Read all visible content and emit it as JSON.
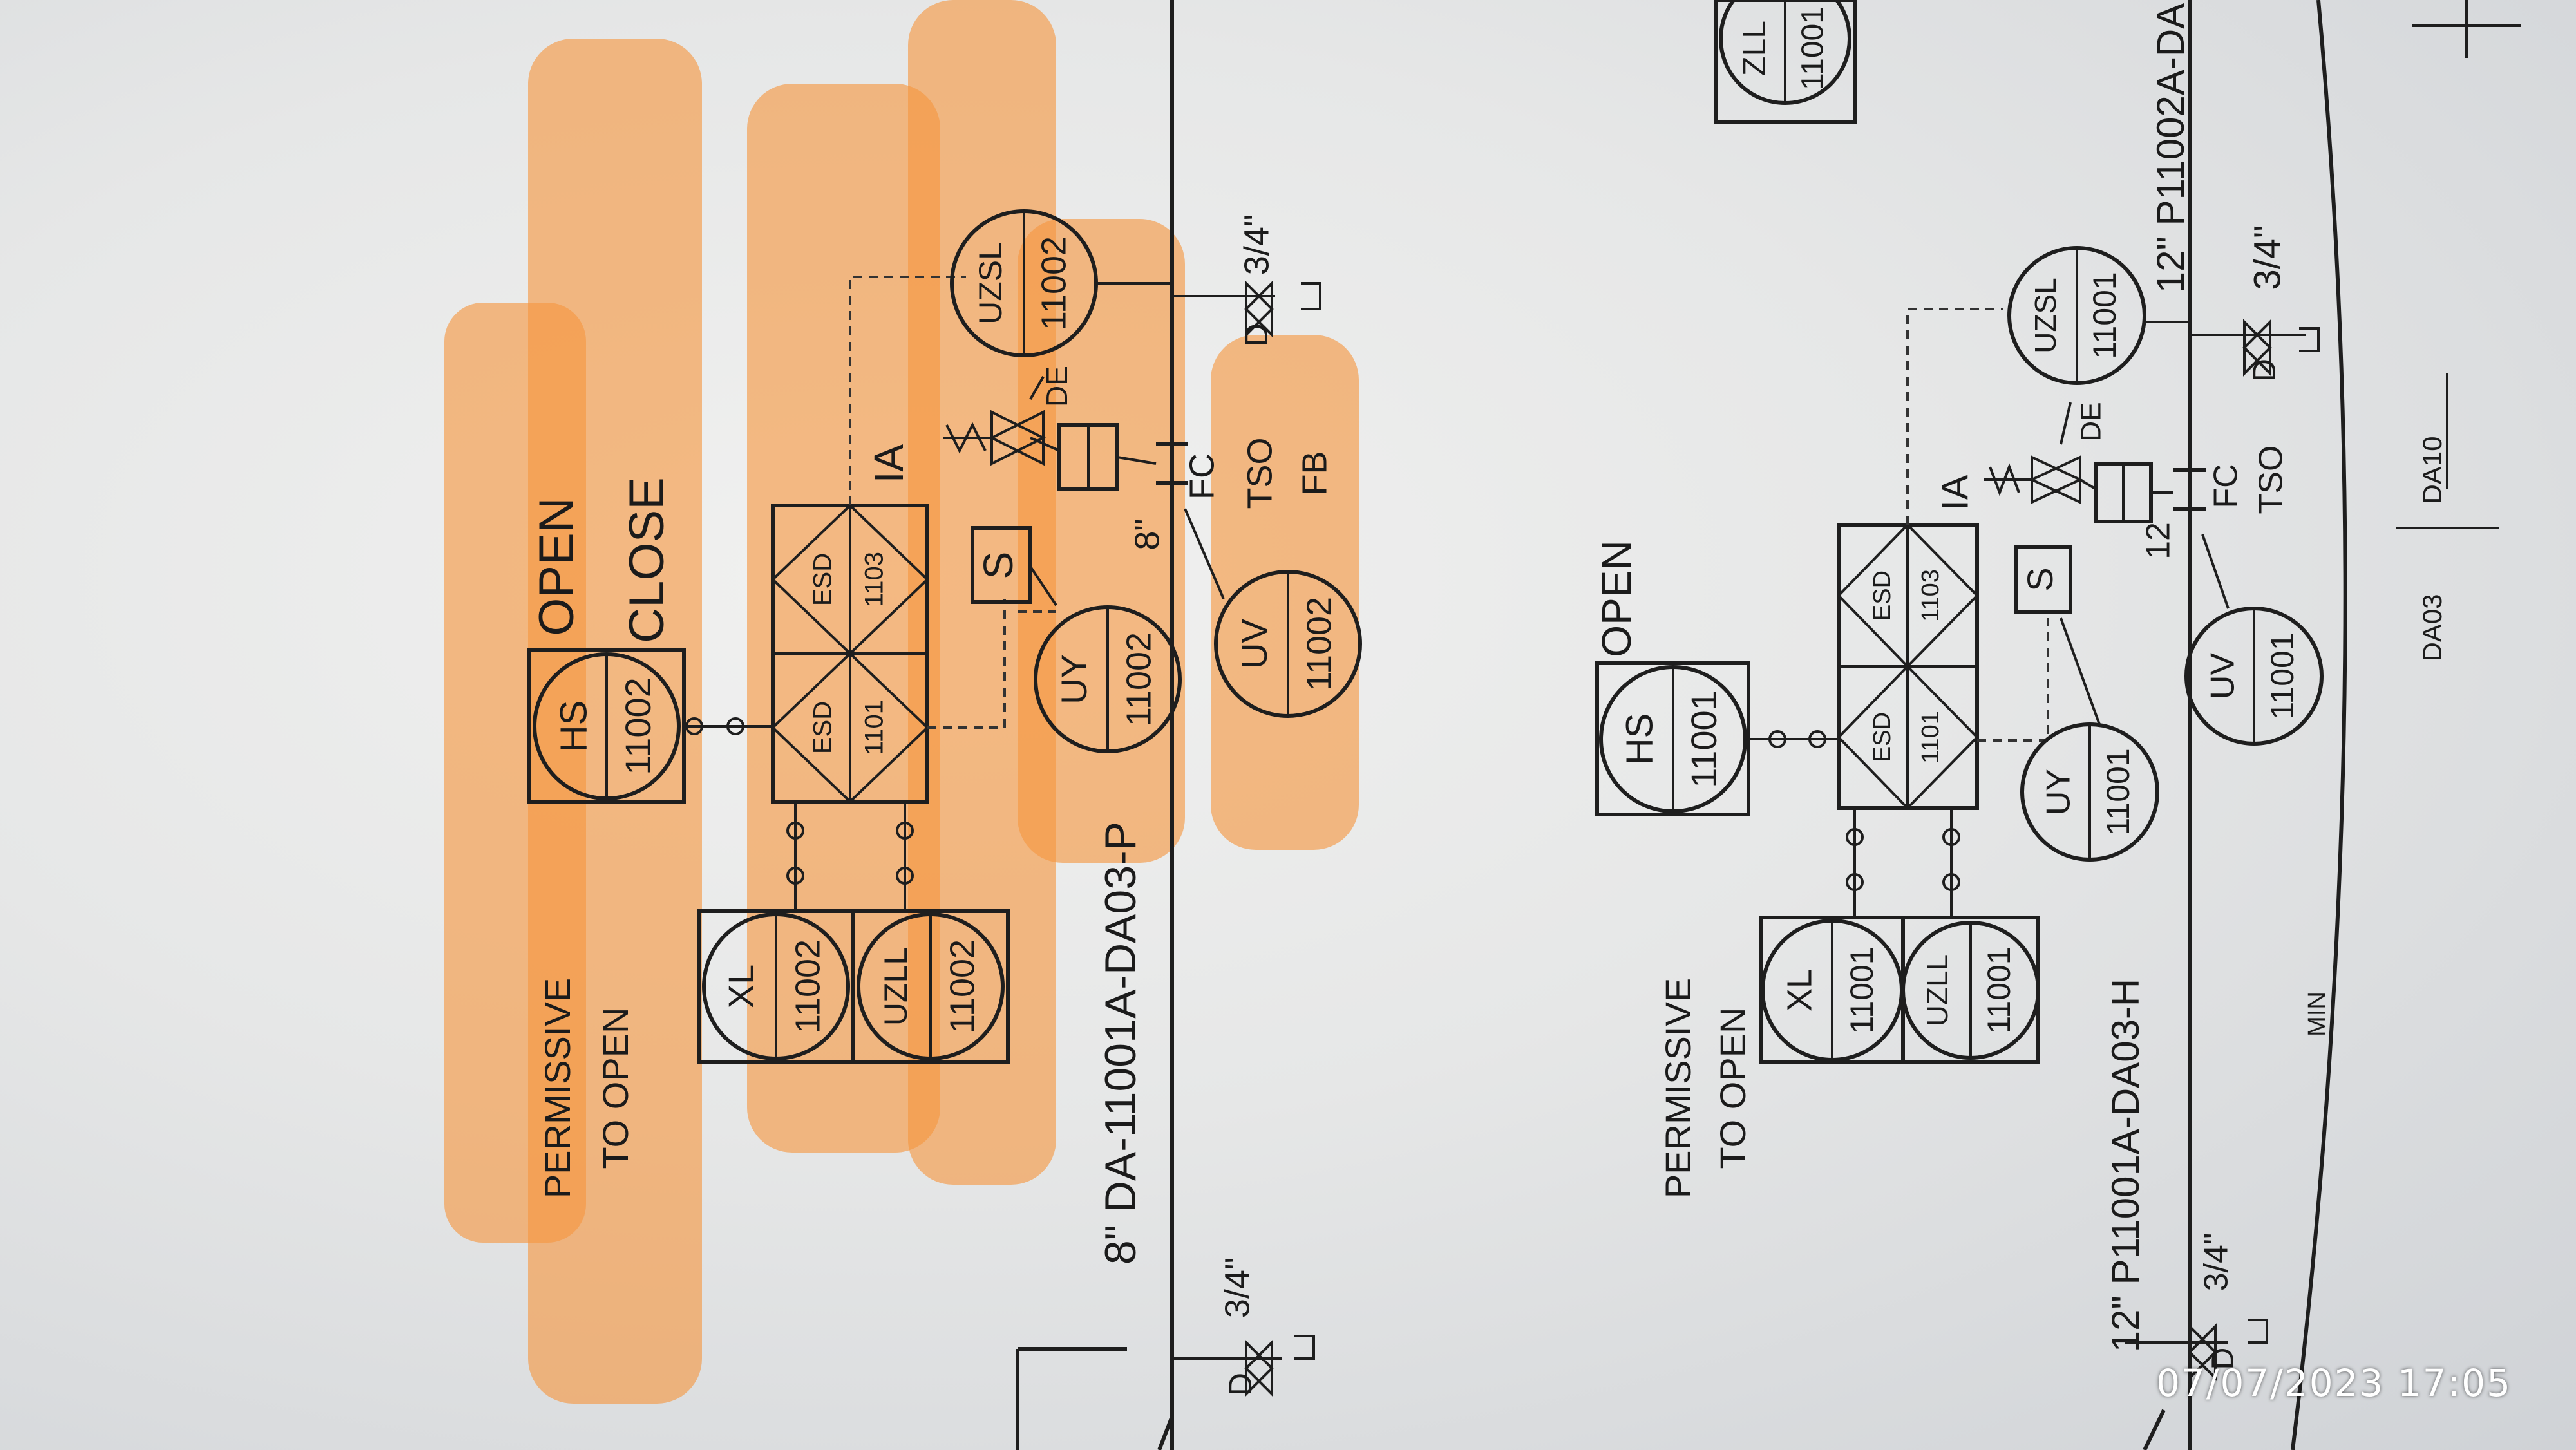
{
  "timestamp": "07/07/2023  17:05",
  "colors": {
    "highlight": "#f6963f",
    "ink": "#1e1e1e",
    "paper": "#eceded"
  },
  "upper": {
    "hs": {
      "tag": "HS",
      "num": "11002",
      "open": "OPEN",
      "close": "CLOSE"
    },
    "permissive_line1": "PERMISSIVE",
    "permissive_line2": "TO OPEN",
    "xl": {
      "tag": "XL",
      "num": "11002"
    },
    "uzll": {
      "tag": "UZLL",
      "num": "11002"
    },
    "esd_a": {
      "tag": "ESD",
      "num": "1101"
    },
    "esd_b": {
      "tag": "ESD",
      "num": "1103"
    },
    "uy": {
      "tag": "UY",
      "num": "11002"
    },
    "uv": {
      "tag": "UV",
      "num": "11002"
    },
    "uzsl": {
      "tag": "UZSL",
      "num": "11002"
    },
    "solenoid": "S",
    "ia": "IA",
    "de": "DE",
    "fc": "FC",
    "tso": "TSO",
    "fb": "FB",
    "size": "8\"",
    "pipe_line": "8\" DA-11001A-DA03-P",
    "drain_top": "D",
    "drain_top_size": "3/4\"",
    "drain_bottom": "D",
    "drain_bottom_size": "3/4\""
  },
  "lower": {
    "hs": {
      "tag": "HS",
      "num": "11001",
      "open": "OPEN"
    },
    "permissive_line1": "PERMISSIVE",
    "permissive_line2": "TO OPEN",
    "xl": {
      "tag": "XL",
      "num": "11001"
    },
    "uzll": {
      "tag": "UZLL",
      "num": "11001"
    },
    "esd_a": {
      "tag": "ESD",
      "num": "1101"
    },
    "esd_b": {
      "tag": "ESD",
      "num": "1103"
    },
    "uy": {
      "tag": "UY",
      "num": "11001"
    },
    "uv": {
      "tag": "UV",
      "num": "11001"
    },
    "uzsl": {
      "tag": "UZSL",
      "num": "11001"
    },
    "solenoid": "S",
    "ia": "IA",
    "de": "DE",
    "fc": "FC",
    "tso": "TSO",
    "size": "12",
    "pipe_line_top": "12\" P11002A-DA",
    "pipe_line_bottom": "12\" P11001A-DA03-H",
    "drain_top": "D",
    "drain_top_size": "3/4\"",
    "drain_bottom": "D",
    "drain_bottom_size": "3/4\"",
    "min_label": "MIN",
    "spec_break_left": "DA03",
    "spec_break_right": "DA10"
  },
  "corner_zll": {
    "tag": "ZLL",
    "num": "11001"
  }
}
